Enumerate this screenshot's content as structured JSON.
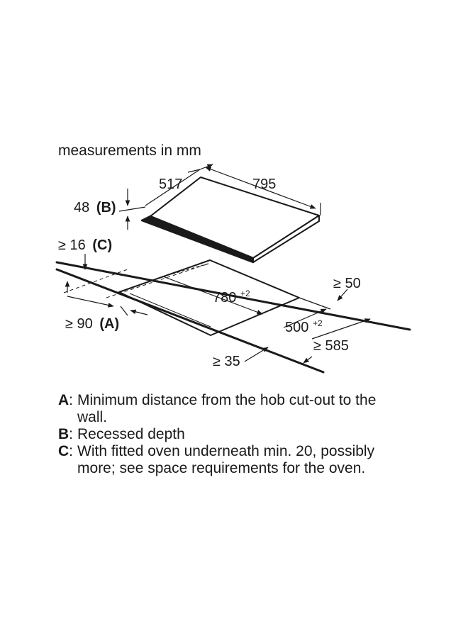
{
  "title": "measurements in mm",
  "dimensions": {
    "hob_depth": "517",
    "hob_width": "795",
    "recess_value": "48",
    "recess_key": "(B)",
    "oven_gap_value": "≥ 16",
    "oven_gap_key": "(C)",
    "cutout_width": "780",
    "cutout_width_tol": "+2",
    "cutout_depth": "500",
    "cutout_depth_tol": "+2",
    "side_clearance": "≥ 50",
    "wall_distance_value": "≥ 90",
    "wall_distance_key": "(A)",
    "worktop_depth": "≥ 585",
    "front_edge": "≥ 35"
  },
  "legend": [
    {
      "key": "A",
      "text": "Minimum distance from the hob cut-out to the wall."
    },
    {
      "key": "B",
      "text": "Recessed depth"
    },
    {
      "key": "C",
      "text": "With fitted oven underneath min. 20, possibly more; see space requirements for the oven."
    }
  ]
}
